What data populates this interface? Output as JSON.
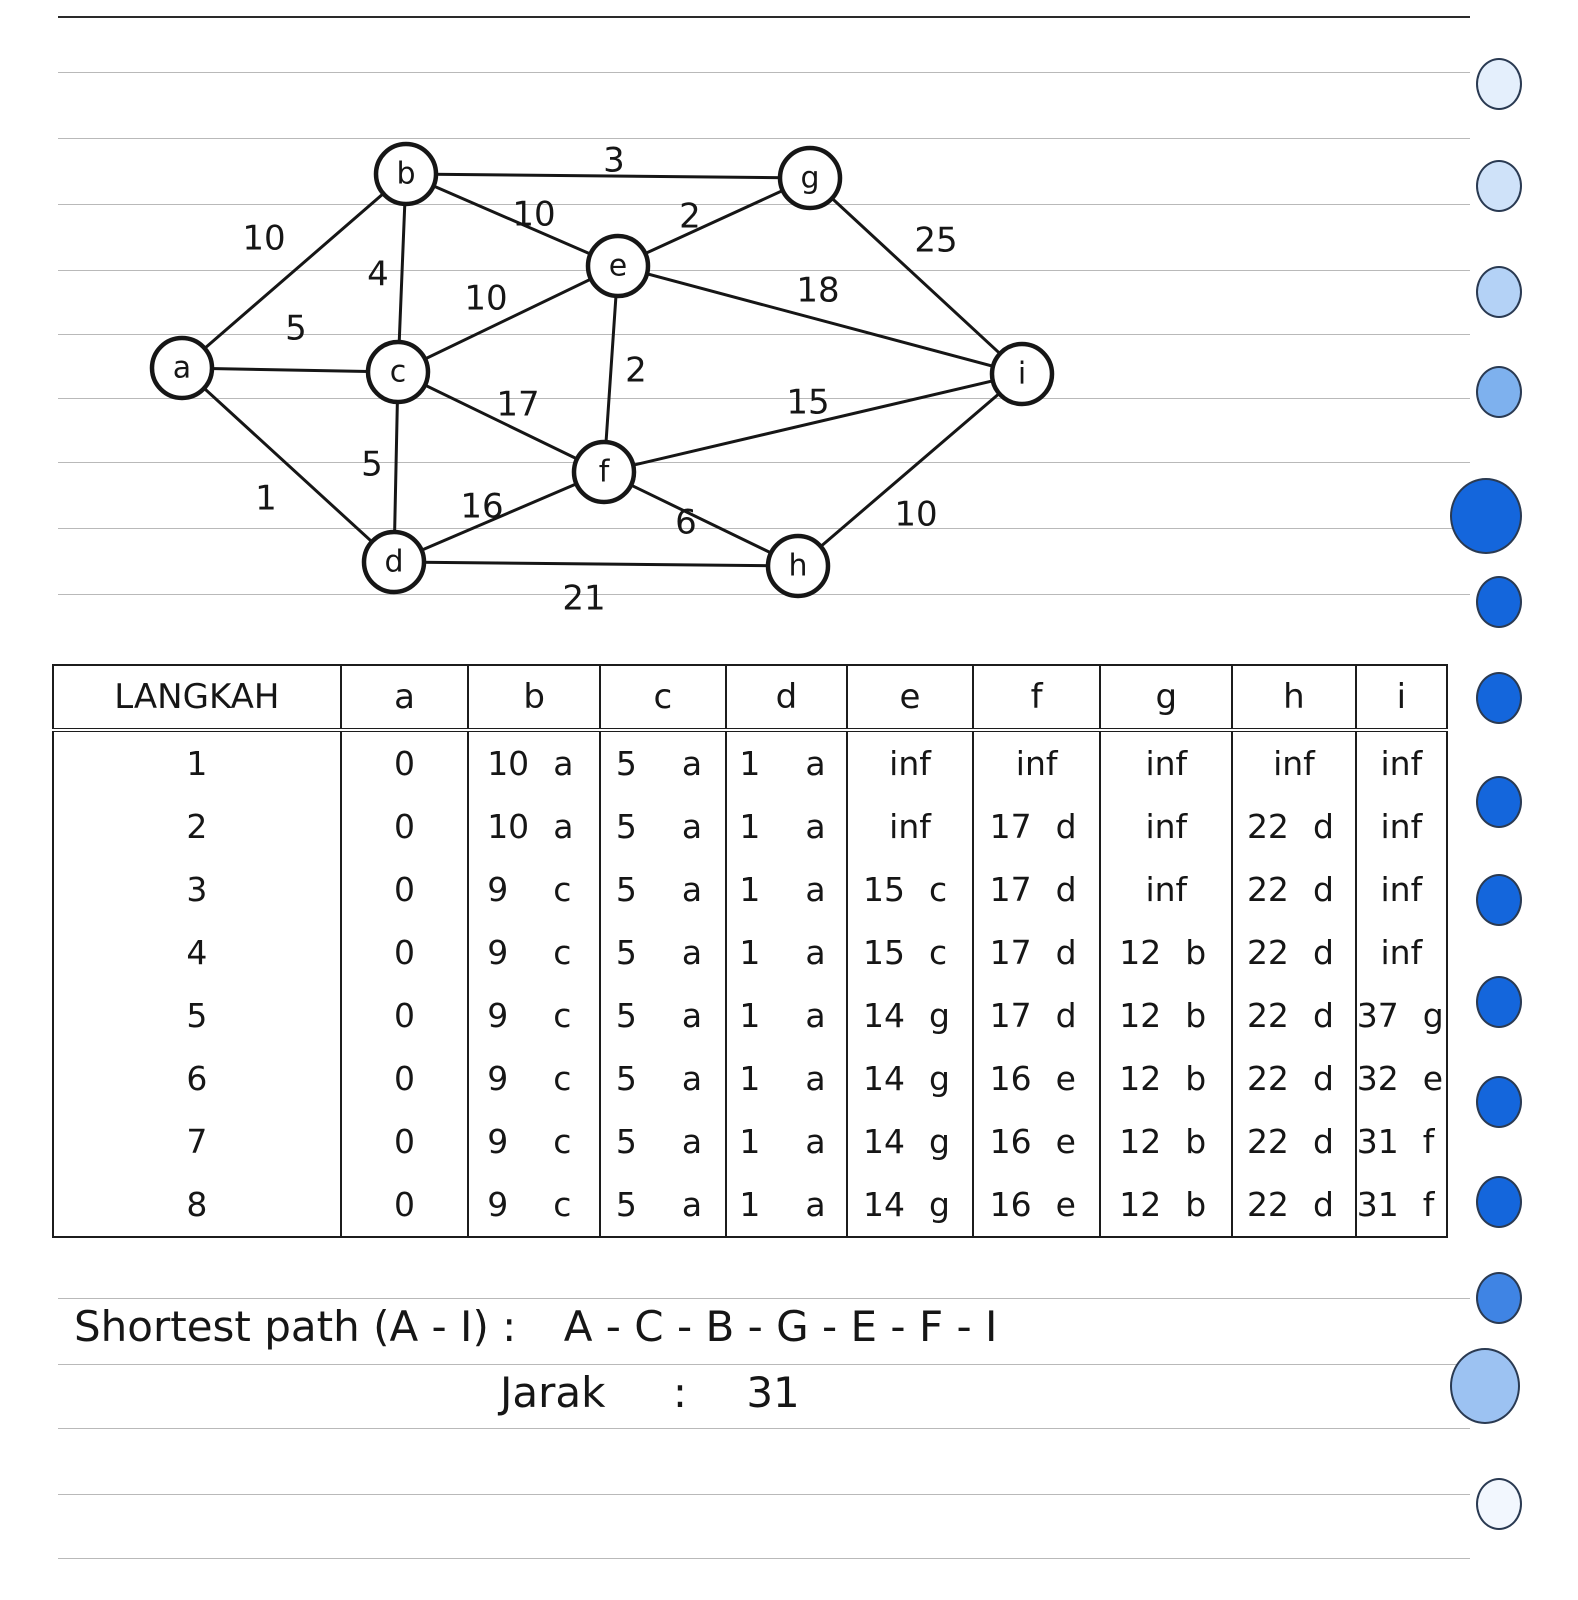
{
  "graph": {
    "nodes": [
      "a",
      "b",
      "c",
      "d",
      "e",
      "f",
      "g",
      "h",
      "i"
    ],
    "edges": [
      {
        "from": "a",
        "to": "b",
        "weight": "10"
      },
      {
        "from": "a",
        "to": "c",
        "weight": "5"
      },
      {
        "from": "a",
        "to": "d",
        "weight": "1"
      },
      {
        "from": "b",
        "to": "g",
        "weight": "3"
      },
      {
        "from": "b",
        "to": "e",
        "weight": "10"
      },
      {
        "from": "b",
        "to": "c",
        "weight": "4"
      },
      {
        "from": "c",
        "to": "e",
        "weight": "10"
      },
      {
        "from": "c",
        "to": "f",
        "weight": "17"
      },
      {
        "from": "c",
        "to": "d",
        "weight": "5"
      },
      {
        "from": "e",
        "to": "g",
        "weight": "2"
      },
      {
        "from": "e",
        "to": "i",
        "weight": "18"
      },
      {
        "from": "e",
        "to": "f",
        "weight": "2"
      },
      {
        "from": "g",
        "to": "i",
        "weight": "25"
      },
      {
        "from": "f",
        "to": "i",
        "weight": "15"
      },
      {
        "from": "d",
        "to": "f",
        "weight": "16"
      },
      {
        "from": "f",
        "to": "h",
        "weight": "6"
      },
      {
        "from": "d",
        "to": "h",
        "weight": "21"
      },
      {
        "from": "h",
        "to": "i",
        "weight": "10"
      }
    ]
  },
  "table": {
    "headers": [
      "LANGKAH",
      "a",
      "b",
      "c",
      "d",
      "e",
      "f",
      "g",
      "h",
      "i"
    ],
    "rows": [
      [
        [
          "1"
        ],
        [
          "0"
        ],
        [
          "10",
          "a"
        ],
        [
          "5",
          "a"
        ],
        [
          "1",
          "a"
        ],
        [
          "inf"
        ],
        [
          "inf"
        ],
        [
          "inf"
        ],
        [
          "inf"
        ],
        [
          "inf"
        ]
      ],
      [
        [
          "2"
        ],
        [
          "0"
        ],
        [
          "10",
          "a"
        ],
        [
          "5",
          "a"
        ],
        [
          "1",
          "a"
        ],
        [
          "inf"
        ],
        [
          "17",
          "d"
        ],
        [
          "inf"
        ],
        [
          "22",
          "d"
        ],
        [
          "inf"
        ]
      ],
      [
        [
          "3"
        ],
        [
          "0"
        ],
        [
          "9",
          "c"
        ],
        [
          "5",
          "a"
        ],
        [
          "1",
          "a"
        ],
        [
          "15",
          "c"
        ],
        [
          "17",
          "d"
        ],
        [
          "inf"
        ],
        [
          "22",
          "d"
        ],
        [
          "inf"
        ]
      ],
      [
        [
          "4"
        ],
        [
          "0"
        ],
        [
          "9",
          "c"
        ],
        [
          "5",
          "a"
        ],
        [
          "1",
          "a"
        ],
        [
          "15",
          "c"
        ],
        [
          "17",
          "d"
        ],
        [
          "12",
          "b"
        ],
        [
          "22",
          "d"
        ],
        [
          "inf"
        ]
      ],
      [
        [
          "5"
        ],
        [
          "0"
        ],
        [
          "9",
          "c"
        ],
        [
          "5",
          "a"
        ],
        [
          "1",
          "a"
        ],
        [
          "14",
          "g"
        ],
        [
          "17",
          "d"
        ],
        [
          "12",
          "b"
        ],
        [
          "22",
          "d"
        ],
        [
          "37",
          "g"
        ]
      ],
      [
        [
          "6"
        ],
        [
          "0"
        ],
        [
          "9",
          "c"
        ],
        [
          "5",
          "a"
        ],
        [
          "1",
          "a"
        ],
        [
          "14",
          "g"
        ],
        [
          "16",
          "e"
        ],
        [
          "12",
          "b"
        ],
        [
          "22",
          "d"
        ],
        [
          "32",
          "e"
        ]
      ],
      [
        [
          "7"
        ],
        [
          "0"
        ],
        [
          "9",
          "c"
        ],
        [
          "5",
          "a"
        ],
        [
          "1",
          "a"
        ],
        [
          "14",
          "g"
        ],
        [
          "16",
          "e"
        ],
        [
          "12",
          "b"
        ],
        [
          "22",
          "d"
        ],
        [
          "31",
          "f"
        ]
      ],
      [
        [
          "8"
        ],
        [
          "0"
        ],
        [
          "9",
          "c"
        ],
        [
          "5",
          "a"
        ],
        [
          "1",
          "a"
        ],
        [
          "14",
          "g"
        ],
        [
          "16",
          "e"
        ],
        [
          "12",
          "b"
        ],
        [
          "22",
          "d"
        ],
        [
          "31",
          "f"
        ]
      ]
    ]
  },
  "summary": {
    "shortest_path_label": "Shortest path (A - I) :",
    "shortest_path_value": "A - C - B - G - E - F - I",
    "distance_label": "Jarak",
    "distance_sep": ":",
    "distance_value": "31"
  },
  "colors": {
    "ink": "#161616",
    "paper": "#ffffff",
    "rule_line": "#b9b9b9",
    "binder_hole_outline": "#2a3a52",
    "binder_hole_light": "#dbe9fa",
    "binder_hole_mid": "#6aa2e8",
    "binder_hole_dark": "#0f63dc"
  }
}
